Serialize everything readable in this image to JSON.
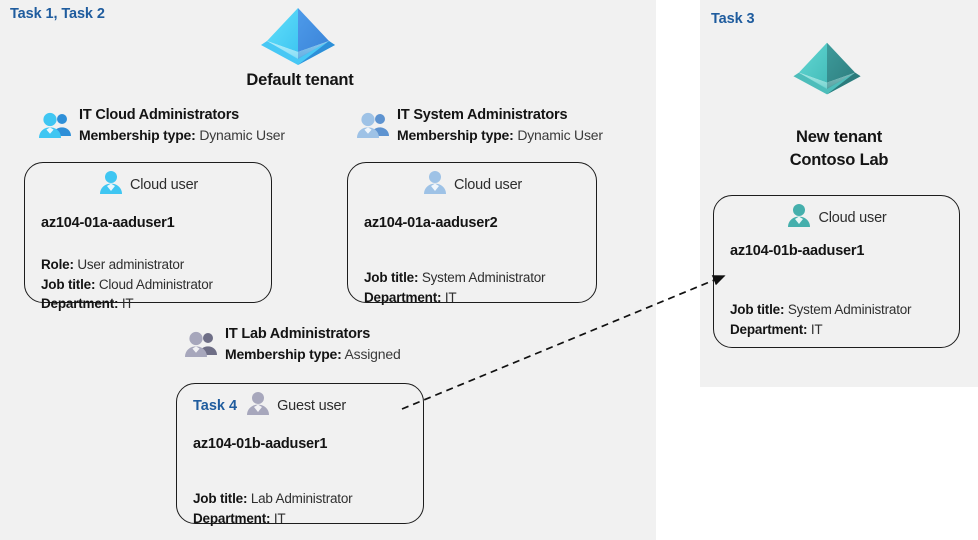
{
  "left_panel": {
    "task_tag": "Task 1, Task 2",
    "tenant": {
      "logo_icon": "azure-ad-tenant-pyramid-icon",
      "label": "Default tenant"
    },
    "groups": [
      {
        "icon": "group-users-icon",
        "name": "IT Cloud Administrators",
        "membership_label": "Membership type:",
        "membership_value": "Dynamic User"
      },
      {
        "icon": "group-users-icon",
        "name": "IT System Administrators",
        "membership_label": "Membership type:",
        "membership_value": "Dynamic User"
      },
      {
        "icon": "group-users-icon",
        "name": "IT Lab Administrators",
        "membership_label": "Membership type:",
        "membership_value": "Assigned"
      }
    ],
    "cards": [
      {
        "user_icon": "cloud-user-icon",
        "user_type": "Cloud user",
        "username": "az104-01a-aaduser1",
        "attrs": [
          {
            "label": "Role:",
            "value": "User administrator"
          },
          {
            "label": "Job title:",
            "value": "Cloud Administrator"
          },
          {
            "label": "Department:",
            "value": "IT"
          }
        ]
      },
      {
        "user_icon": "cloud-user-icon",
        "user_type": "Cloud user",
        "username": "az104-01a-aaduser2",
        "attrs": [
          {
            "label": "Job title:",
            "value": "System Administrator"
          },
          {
            "label": "Department:",
            "value": "IT"
          }
        ]
      },
      {
        "task_tag": "Task 4",
        "user_icon": "guest-user-icon",
        "user_type": "Guest user",
        "username": "az104-01b-aaduser1",
        "attrs": [
          {
            "label": "Job title:",
            "value": "Lab Administrator"
          },
          {
            "label": "Department:",
            "value": "IT"
          }
        ]
      }
    ]
  },
  "right_panel": {
    "task_tag": "Task 3",
    "tenant": {
      "logo_icon": "azure-ad-tenant-pyramid-icon",
      "label_line1": "New  tenant",
      "label_line2": "Contoso Lab"
    },
    "card": {
      "user_icon": "cloud-user-icon",
      "user_type": "Cloud user",
      "username": "az104-01b-aaduser1",
      "attrs": [
        {
          "label": "Job title:",
          "value": "System Administrator"
        },
        {
          "label": "Department:",
          "value": "IT"
        }
      ]
    }
  },
  "connector": {
    "icon": "dashed-arrow-icon",
    "from": "guest-user-card",
    "to": "new-tenant-user-card"
  },
  "colors": {
    "panel_background": "#f1f1f1",
    "page_background": "#ffffff",
    "task_tag": "#1f5c9e",
    "default_tenant_accent": "#4aa8f0",
    "new_tenant_accent": "#4aada8",
    "card_border": "#1d1d1d",
    "text": "#141414"
  }
}
